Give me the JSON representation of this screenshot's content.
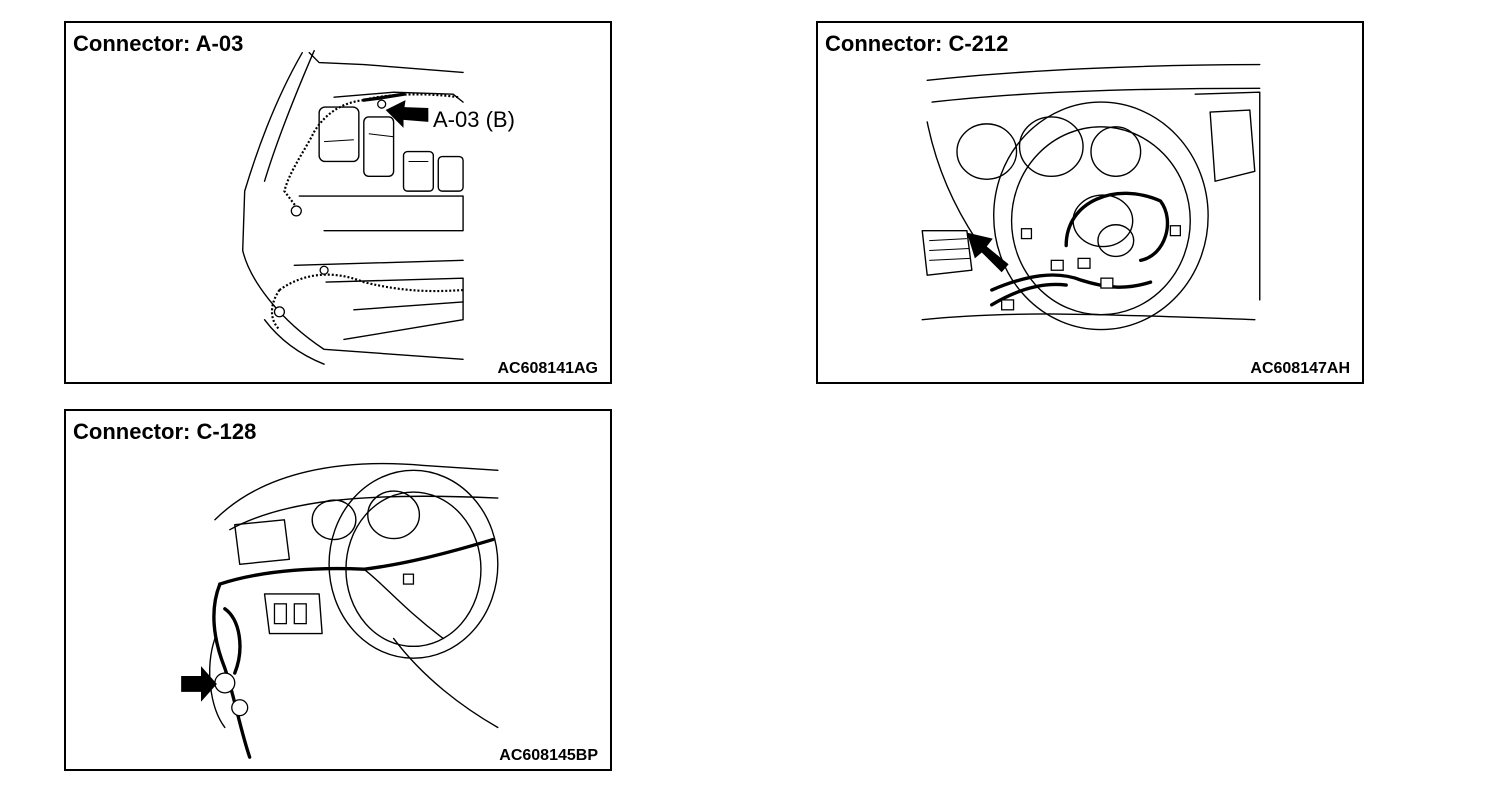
{
  "panels": [
    {
      "title": "Connector: A-03",
      "code": "AC608141AG",
      "callout": "A-03 (B)",
      "icon": "engine-bay-illustration"
    },
    {
      "title": "Connector: C-212",
      "code": "AC608147AH",
      "icon": "steering-wheel-illustration"
    },
    {
      "title": "Connector: C-128",
      "code": "AC608145BP",
      "icon": "dashboard-harness-illustration"
    }
  ]
}
